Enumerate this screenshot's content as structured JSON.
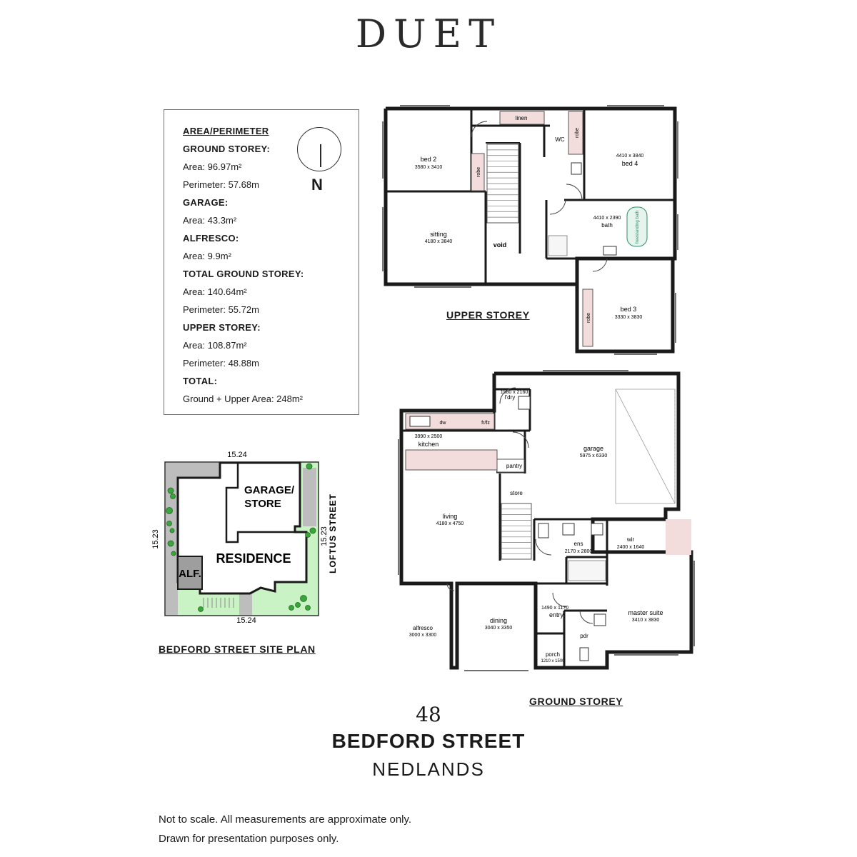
{
  "brand": "DUET",
  "compass": {
    "label": "N"
  },
  "area_perimeter": [
    {
      "text": "AREA/PERIMETER",
      "style": "heading-underline"
    },
    {
      "text": "GROUND STOREY:",
      "style": "heading"
    },
    {
      "text": "Area: 96.97m²",
      "style": "value"
    },
    {
      "text": "Perimeter: 57.68m",
      "style": "value"
    },
    {
      "text": "GARAGE:",
      "style": "heading"
    },
    {
      "text": "Area: 43.3m²",
      "style": "value"
    },
    {
      "text": "ALFRESCO:",
      "style": "heading"
    },
    {
      "text": "Area: 9.9m²",
      "style": "value"
    },
    {
      "text": "TOTAL GROUND STOREY:",
      "style": "heading"
    },
    {
      "text": "Area: 140.64m²",
      "style": "value"
    },
    {
      "text": "Perimeter: 55.72m",
      "style": "value"
    },
    {
      "text": "UPPER STOREY:",
      "style": "heading"
    },
    {
      "text": "Area: 108.87m²",
      "style": "value"
    },
    {
      "text": "Perimeter: 48.88m",
      "style": "value"
    },
    {
      "text": "TOTAL:",
      "style": "heading"
    },
    {
      "text": "Ground + Upper Area: 248m²",
      "style": "value"
    }
  ],
  "site_plan": {
    "caption": "BEDFORD STREET SITE PLAN",
    "dim_top": "15.24",
    "dim_bottom": "15.24",
    "dim_left": "15.23",
    "dim_right": "15.23",
    "street_right": "LOFTUS  STREET",
    "garage_line1": "GARAGE/",
    "garage_line2": "STORE",
    "residence": "RESIDENCE",
    "alfresco": "ALF."
  },
  "upper_storey": {
    "caption": "UPPER STOREY",
    "labels": {
      "linen": "linen",
      "wc": "WC",
      "robe_top": "robe",
      "robe_bed2": "robe",
      "robe_bed3": "robe",
      "bed2": "bed 2",
      "bed2_dim": "3580 x 3410",
      "bed4": "bed 4",
      "bed4_dim": "4410 x 3840",
      "bath": "bath",
      "bath_dim": "4410 x 2390",
      "freestanding": "freestanding bath",
      "sitting": "sitting",
      "sitting_dim": "4180 x 3840",
      "void": "void",
      "bed3": "bed 3",
      "bed3_dim": "3330 x 3830"
    }
  },
  "ground_storey": {
    "caption": "GROUND STOREY",
    "labels": {
      "ldry": "l'dry",
      "ldry_dim": "1580 x 2160",
      "dw": "dw",
      "frfz": "fr/fz",
      "kitchen": "kitchen",
      "kitchen_dim": "3990 x 2500",
      "pantry": "pantry",
      "store": "store",
      "garage": "garage",
      "garage_dim": "5975 x 6330",
      "living": "living",
      "living_dim": "4180 x 4750",
      "ens": "ens",
      "ens_dim": "2170 x 2800",
      "wir": "wir",
      "wir_dim": "2400 x 1640",
      "entry": "entry",
      "entry_dim": "1490 x 1170",
      "pdr": "pdr",
      "master": "master suite",
      "master_dim": "3410 x 3830",
      "alfresco": "alfresco",
      "alfresco_dim": "3000 x 3300",
      "dining": "dining",
      "dining_dim": "3040 x 3350",
      "porch": "porch",
      "porch_dim": "1210 x 1500"
    }
  },
  "address": {
    "number": "48",
    "street": "BEDFORD STREET",
    "suburb": "NEDLANDS"
  },
  "disclaimer": [
    "Not to scale. All measurements are approximate only.",
    "Drawn for presentation purposes only."
  ]
}
